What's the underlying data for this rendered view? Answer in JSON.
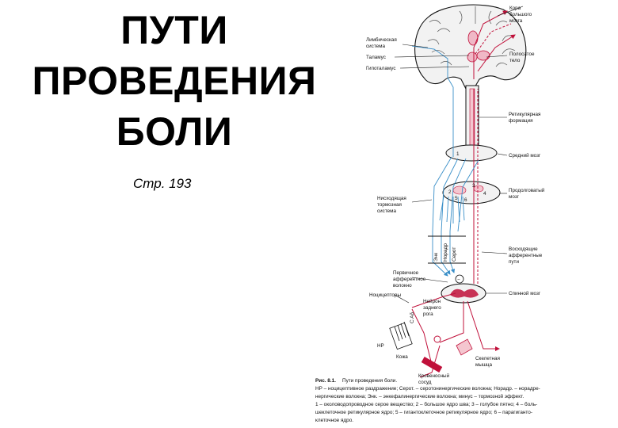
{
  "slide": {
    "title_lines": [
      "ПУТИ",
      "ПРОВЕДЕНИЯ",
      "БОЛИ"
    ],
    "page_ref": "Стр. 193"
  },
  "figure": {
    "labels": {
      "cortex": [
        "Кора",
        "большого",
        "мозга"
      ],
      "limbic": [
        "Лимбическая",
        "система"
      ],
      "thalamus": "Таламус",
      "hypothalamus": "Гипоталамус",
      "striatum": [
        "Полосатое",
        "тело"
      ],
      "reticular": [
        "Ретикулярная",
        "формация"
      ],
      "midbrain": "Средний мозг",
      "medulla": [
        "Продолговатый",
        "мозг"
      ],
      "descending": [
        "Нисходящая",
        "тормозная",
        "система"
      ],
      "ascending": [
        "Восходящие",
        "афферентные",
        "пути"
      ],
      "primary_afferent": [
        "Первичное",
        "афферентное",
        "волокно"
      ],
      "nociceptors": "Ноцицепторы",
      "dorsal_horn": [
        "Нейрон",
        "заднего",
        "рога"
      ],
      "spinal": "Спинной мозг",
      "skin": "Кожа",
      "vessel": [
        "Кровеносный",
        "сосуд"
      ],
      "muscle": [
        "Скелетная",
        "мышца"
      ],
      "np": "НР",
      "fibers": "C  Aδ",
      "minus_symbol": "−",
      "transmitters": [
        "Энк",
        "Норадр",
        "Серот"
      ],
      "nuclei": [
        "1",
        "2",
        "3",
        "4",
        "5",
        "6"
      ]
    },
    "caption": {
      "label": "Рис. 8.1.",
      "title": "Пути проведения боли.",
      "lines": [
        "НР – ноцицептивное раздражение; Серот. – серотонинергические волокна; Норадр. – норадре-",
        "нергические волокна; Энк. – энкефалинергические волокна; минус – тормозной эффект.",
        "1 – околоводопроводное серое вещество; 2 – большое ядро шва; 3 – голубое пятно; 4 – боль-",
        "шеклеточное ретикулярное ядро; 5 – гигантоклеточное ретикулярное ядро; 6 – парагиганто-",
        "клеточное ядро."
      ]
    },
    "colors": {
      "pain_pathway": "#c0103a",
      "descending": "#3a8fc8",
      "structure_fill": "#f2f2f2",
      "gray_matter": "#f4c6cf"
    }
  }
}
